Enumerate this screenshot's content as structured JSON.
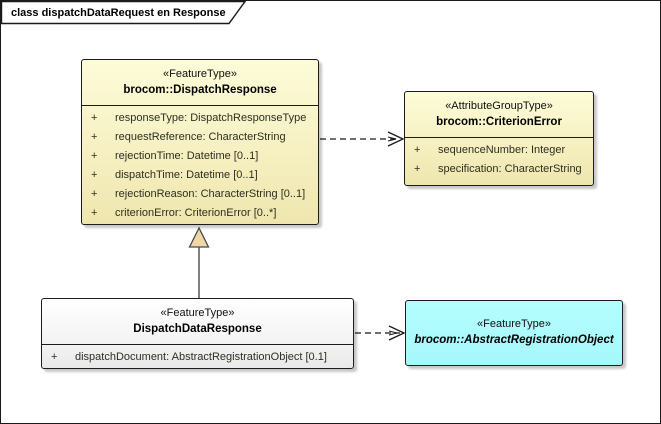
{
  "frame": {
    "title": "class dispatchDataRequest en Response"
  },
  "colors": {
    "feature_type_fill": "#F6F0C2",
    "abstract_fill": "#AAFBFF",
    "concrete_fill": "#F4F4F4",
    "generalization_arrowhead_fill": "#EFD7A7",
    "border": "#1C1C1C"
  },
  "classes": {
    "dispatch_response": {
      "stereotype": "«FeatureType»",
      "name": "brocom::DispatchResponse",
      "attributes": [
        {
          "vis": "+",
          "text": "responseType: DispatchResponseType"
        },
        {
          "vis": "+",
          "text": "requestReference: CharacterString"
        },
        {
          "vis": "+",
          "text": "rejectionTime: Datetime [0..1]"
        },
        {
          "vis": "+",
          "text": "dispatchTime: Datetime [0..1]"
        },
        {
          "vis": "+",
          "text": "rejectionReason: CharacterString [0..1]"
        },
        {
          "vis": "+",
          "text": "criterionError: CriterionError [0..*]"
        }
      ]
    },
    "criterion_error": {
      "stereotype": "«AttributeGroupType»",
      "name": "brocom::CriterionError",
      "attributes": [
        {
          "vis": "+",
          "text": "sequenceNumber: Integer"
        },
        {
          "vis": "+",
          "text": "specification: CharacterString"
        }
      ]
    },
    "dispatch_data_response": {
      "stereotype": "«FeatureType»",
      "name": "DispatchDataResponse",
      "attributes": [
        {
          "vis": "+",
          "text": "dispatchDocument: AbstractRegistrationObject [0.1]"
        }
      ]
    },
    "abstract_registration_object": {
      "stereotype": "«FeatureType»",
      "name": "brocom::AbstractRegistrationObject"
    }
  },
  "connectors": {
    "dependency_criterion_error": "dashed-open-arrow",
    "dependency_abstract_registration_object": "dashed-open-arrow",
    "generalization_dispatch_response": "solid-hollow-triangle"
  }
}
